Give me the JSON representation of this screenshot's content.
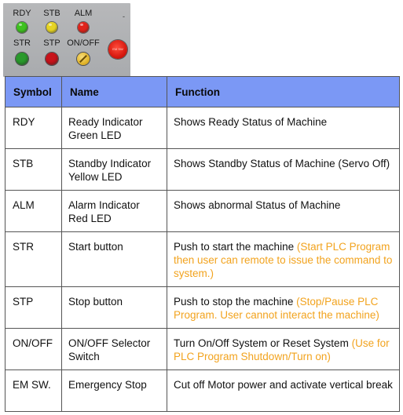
{
  "panel": {
    "labels": {
      "rdy": "RDY",
      "stb": "STB",
      "alm": "ALM",
      "str": "STR",
      "stp": "STP",
      "onoff": "ON/OFF"
    },
    "tick": "-",
    "estop_text": "EM SW",
    "colors": {
      "rdy_led": "#3ec21f",
      "stb_led": "#e6d423",
      "alm_led": "#e0241b",
      "str_button": "#2a9a2c",
      "stp_button": "#c8131b",
      "estop": "#d81a10",
      "panel_bg": "#b0b2b5"
    }
  },
  "table": {
    "headers": [
      "Symbol",
      "Name",
      "Function"
    ],
    "header_color": "#7b98f5",
    "highlight_color": "#f2a31e",
    "rows": [
      {
        "symbol": "RDY",
        "name_line1": "Ready Indicator",
        "name_line2": "Green LED",
        "function": "Shows Ready Status of Machine",
        "function_note": ""
      },
      {
        "symbol": "STB",
        "name_line1": "Standby Indicator",
        "name_line2": "Yellow LED",
        "function": "Shows Standby Status of Machine (Servo Off)",
        "function_note": ""
      },
      {
        "symbol": "ALM",
        "name_line1": "Alarm Indicator",
        "name_line2": "Red LED",
        "function": "Shows abnormal Status of Machine",
        "function_note": ""
      },
      {
        "symbol": "STR",
        "name_line1": "Start button",
        "name_line2": "",
        "function": "Push to start the machine",
        "function_note": "(Start PLC Program then user can remote to issue the command to system.)"
      },
      {
        "symbol": "STP",
        "name_line1": "Stop button",
        "name_line2": "",
        "function": "Push to stop the machine",
        "function_note": "(Stop/Pause PLC Program. User cannot interact the machine)"
      },
      {
        "symbol": "ON/OFF",
        "name_line1": "ON/OFF Selector",
        "name_line2": "Switch",
        "function": "Turn On/Off System or Reset System",
        "function_note": "(Use for PLC Program Shutdown/Turn on)"
      },
      {
        "symbol": "EM SW.",
        "name_line1": "Emergency Stop",
        "name_line2": "",
        "function": "Cut off Motor power and activate vertical break",
        "function_note": ""
      }
    ]
  }
}
